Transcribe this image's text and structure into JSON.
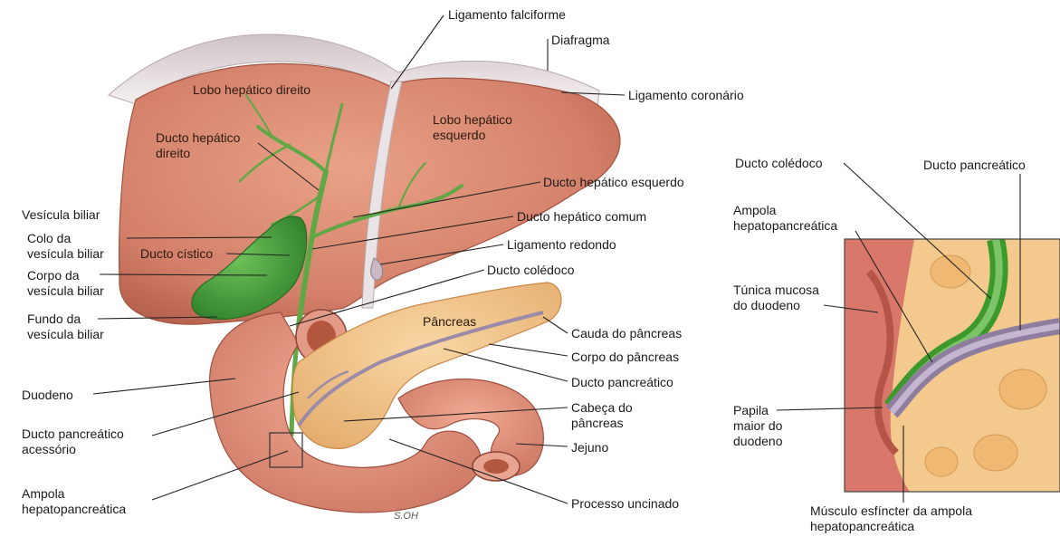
{
  "labels": {
    "ligamento_falciforme": "Ligamento falciforme",
    "diafragma": "Diafragma",
    "ligamento_coronario": "Ligamento coronário",
    "lobo_direito": "Lobo hepático direito",
    "lobo_esquerdo": "Lobo hepático\nesquerdo",
    "ducto_hepatico_direito": "Ducto hepático\ndireito",
    "ducto_hepatico_esquerdo": "Ducto hepático esquerdo",
    "ducto_hepatico_comum": "Ducto hepático comum",
    "ligamento_redondo": "Ligamento redondo",
    "ducto_coledoco": "Ducto colédoco",
    "vesicula_biliar": "Vesícula biliar",
    "colo_vesicula": "Colo da\nvesícula biliar",
    "corpo_vesicula": "Corpo da\nvesícula biliar",
    "fundo_vesicula": "Fundo da\nvesícula biliar",
    "ducto_cistico": "Ducto cístico",
    "pancreas": "Pâncreas",
    "cauda_pancreas": "Cauda do pâncreas",
    "corpo_pancreas": "Corpo do pâncreas",
    "ducto_pancreatico": "Ducto pancreático",
    "cabeca_pancreas": "Cabeça do\npâncreas",
    "jejuno": "Jejuno",
    "processo_uncinado": "Processo uncinado",
    "duodeno": "Duodeno",
    "ducto_pancreatico_acessorio": "Ducto pancreático\nacessório",
    "ampola": "Ampola\nhepatopancreática",
    "signature": "S.OH"
  },
  "inset": {
    "ducto_coledoco": "Ducto colédoco",
    "ducto_pancreatico": "Ducto pancreático",
    "ampola": "Ampola\nhepatopancreática",
    "tunica_mucosa": "Túnica mucosa\ndo duodeno",
    "papila": "Papila\nmaior do\nduodeno",
    "musculo_esfincter": "Músculo esfíncter da ampola\nhepatopancreática"
  },
  "colors": {
    "liver": "#d98a6e",
    "liver_dark": "#b9614a",
    "gallbladder": "#3f9a36",
    "duct": "#6cae4a",
    "pancreas": "#f2c489",
    "duodenum": "#e0907a",
    "diaphragm": "#ece6e8",
    "pancreatic_duct": "#9a8aa8"
  }
}
